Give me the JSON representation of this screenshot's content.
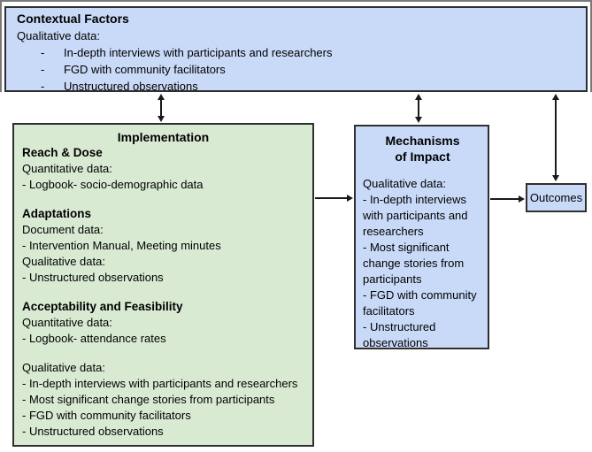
{
  "colors": {
    "box_blue": "#c9daf8",
    "box_green": "#d9ead3",
    "box_border": "#2f2f2f",
    "arrow": "#1a1a1a",
    "outer_frame": "#7a7a7a"
  },
  "bullet_marker": "-",
  "contextual": {
    "title": "Contextual Factors",
    "intro": "Qualitative data:",
    "bullets": [
      "In-depth interviews with participants and researchers",
      "FGD with community facilitators",
      "Unstructured observations"
    ]
  },
  "implementation": {
    "title": "Implementation",
    "blocks": [
      {
        "heading": "Reach & Dose",
        "lines": [
          "Quantitative data:",
          "- Logbook- socio-demographic data"
        ]
      },
      {
        "heading": "Adaptations",
        "lines": [
          "Document data:",
          "- Intervention Manual, Meeting minutes",
          "Qualitative data:",
          "- Unstructured observations"
        ]
      },
      {
        "heading": "Acceptability and Feasibility",
        "lines": [
          "Quantitative data:",
          "- Logbook- attendance rates"
        ]
      },
      {
        "heading": "",
        "lines": [
          "Qualitative data:",
          "- In-depth interviews with participants and researchers",
          "- Most significant change stories from participants",
          "- FGD with community facilitators",
          "- Unstructured observations"
        ]
      }
    ]
  },
  "mechanisms": {
    "title_line1": "Mechanisms",
    "title_line2": "of Impact",
    "lines": [
      "Qualitative data:",
      "- In-depth interviews with participants and researchers",
      "- Most significant change stories from participants",
      "- FGD with community facilitators",
      "- Unstructured observations"
    ]
  },
  "outcomes": {
    "label": "Outcomes"
  }
}
